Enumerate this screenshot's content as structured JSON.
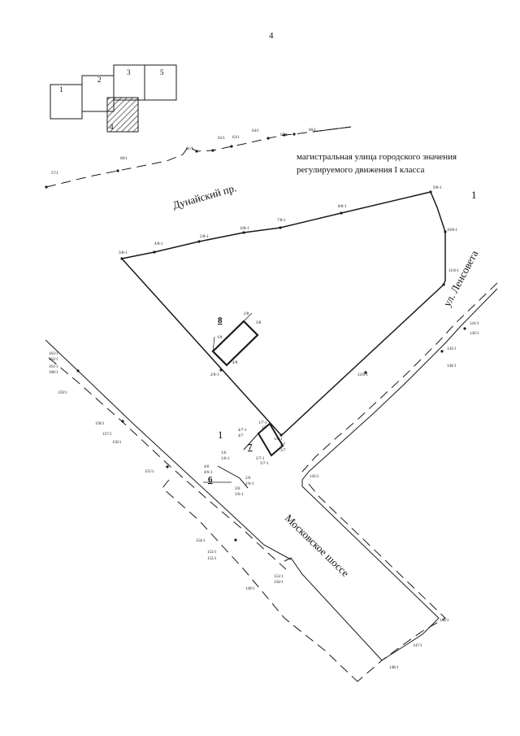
{
  "page": {
    "number": "4"
  },
  "index_grid": {
    "sheets": [
      {
        "label": "1",
        "current": false
      },
      {
        "label": "2",
        "current": false
      },
      {
        "label": "3",
        "current": false
      },
      {
        "label": "5",
        "current": false
      },
      {
        "label": "4",
        "current": true
      }
    ]
  },
  "header_note": {
    "line1": "магистральная улица городского значения",
    "line2": "регулируемого движения I класса"
  },
  "streets": {
    "dunaisky": "Дунайский пр.",
    "lensoveta": "ул. Ленсовета",
    "moskovskoe": "Московское шоссе"
  },
  "parcels": {
    "main": "1",
    "lower": "1",
    "plot8": "8",
    "plot7": "7",
    "plot6": "6"
  },
  "top_boundary_points": [
    "57/1",
    "60/1",
    "61/1",
    "62/1",
    "63/1",
    "64/1",
    "65/1",
    "66/1"
  ],
  "parcel_points": {
    "p1": "1/8-1",
    "p2": "2/8-1",
    "p3": "3/8-1",
    "p4": "4/8-1",
    "p5": "5/8-1",
    "p6": "6/8-1",
    "p7": "7/8-1",
    "p8": "8/8-1",
    "p9": "9/8-1",
    "p10": "10/8-1",
    "p11": "11/8-1",
    "p12": "12/8-1"
  },
  "plot8_points": [
    "1/8",
    "2/8",
    "3/8",
    "4/8"
  ],
  "plot7_points": [
    "1/7-1",
    "1/7",
    "2/7",
    "3/7",
    "2/7-1",
    "3/7-1",
    "4/7-1",
    "4/7"
  ],
  "plot6_points": [
    "1/6",
    "1/6-1",
    "2/6",
    "2/6-1",
    "3/6",
    "3/6-1",
    "4/6",
    "4/6-1"
  ],
  "right_boundary_points": [
    "141/1",
    "142/1",
    "143/1",
    "144/1",
    "145/1",
    "146/1",
    "147/1",
    "148/1"
  ],
  "left_boundary_points": [
    "163/1",
    "162/1",
    "161/1",
    "160/1",
    "159/1",
    "158/1",
    "157/1",
    "156/1",
    "155/1",
    "154/1",
    "153/1",
    "152/1",
    "151/1",
    "150/1",
    "149/1"
  ]
}
